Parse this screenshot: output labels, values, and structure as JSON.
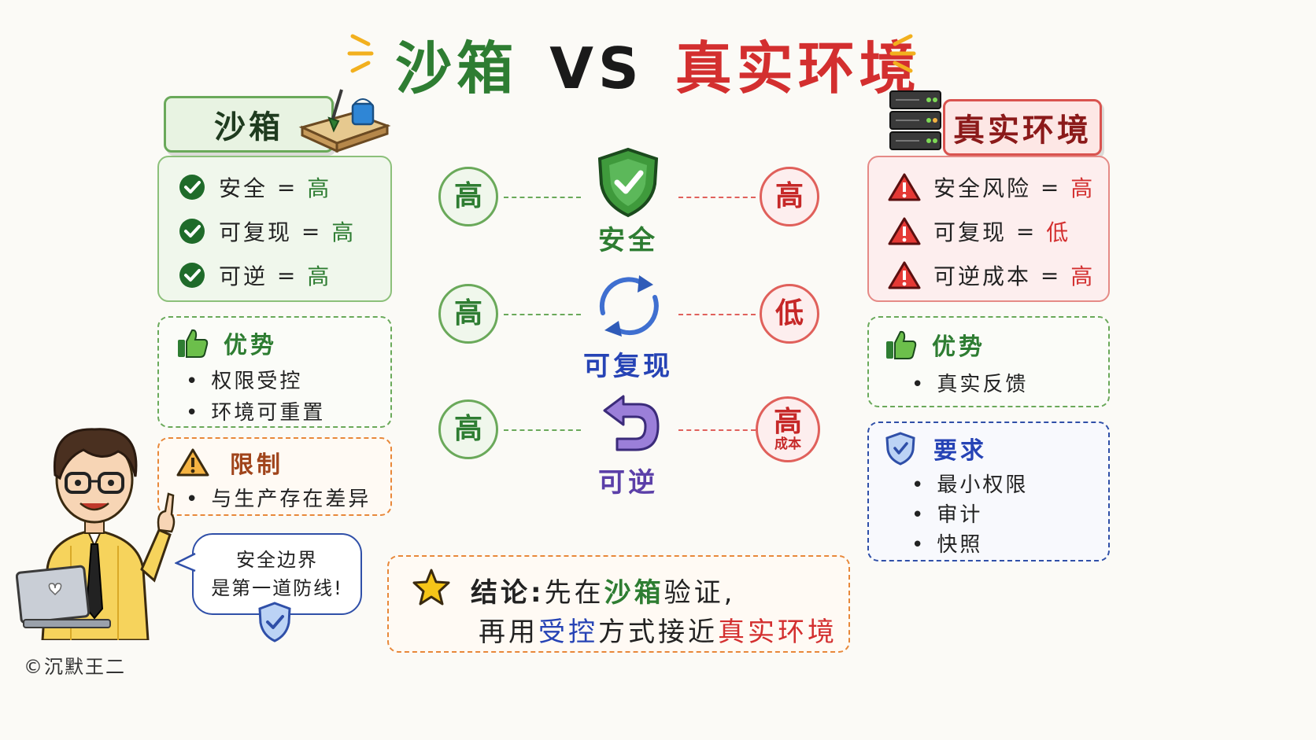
{
  "title": {
    "left": "沙箱",
    "vs": "VS",
    "right": "真实环境"
  },
  "sandbox": {
    "header": "沙箱",
    "metrics": [
      {
        "label": "安全",
        "eq": "=",
        "value": "高"
      },
      {
        "label": "可复现",
        "eq": "=",
        "value": "高"
      },
      {
        "label": "可逆",
        "eq": "=",
        "value": "高"
      }
    ],
    "advantages": {
      "title": "优势",
      "items": [
        "权限受控",
        "环境可重置"
      ]
    },
    "limits": {
      "title": "限制",
      "items": [
        "与生产存在差异"
      ]
    }
  },
  "real": {
    "header": "真实环境",
    "metrics": [
      {
        "label": "安全风险",
        "eq": "=",
        "value": "高"
      },
      {
        "label": "可复现",
        "eq": "=",
        "value": "低"
      },
      {
        "label": "可逆成本",
        "eq": "=",
        "value": "高"
      }
    ],
    "advantages": {
      "title": "优势",
      "items": [
        "真实反馈"
      ]
    },
    "requirements": {
      "title": "要求",
      "items": [
        "最小权限",
        "审计",
        "快照"
      ]
    }
  },
  "comparison": [
    {
      "left": "高",
      "label": "安全",
      "right": "高",
      "right_sub": ""
    },
    {
      "left": "高",
      "label": "可复现",
      "right": "低",
      "right_sub": ""
    },
    {
      "left": "高",
      "label": "可逆",
      "right": "高",
      "right_sub": "成本"
    }
  ],
  "bubble": {
    "line1": "安全边界",
    "line2": "是第一道防线!"
  },
  "conclusion": {
    "prefix": "结论:",
    "p1": "先在",
    "h1": "沙箱",
    "p2": "验证,",
    "p3": "再用",
    "h2": "受控",
    "p4": "方式接近",
    "h3": "真实环境"
  },
  "credit": "©沉默王二",
  "colors": {
    "green": "#2e7d32",
    "red": "#d32f2f",
    "blue": "#2643b5",
    "purple": "#5b3fa8",
    "orange": "#e8883a"
  }
}
